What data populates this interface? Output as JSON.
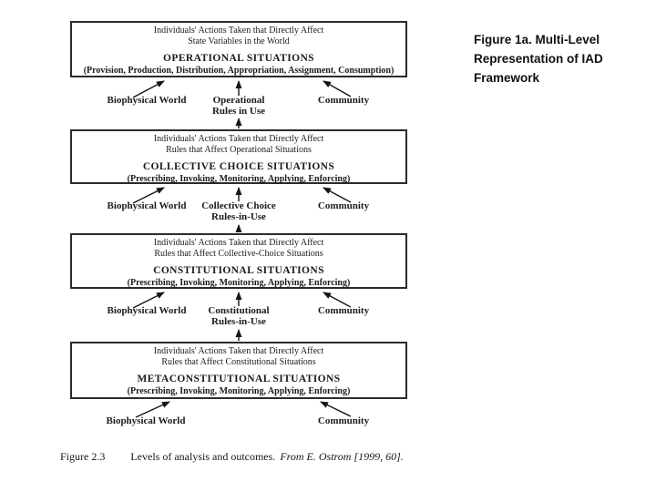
{
  "side_title": {
    "text": "Figure 1a. Multi-Level\nRepresentation of IAD\nFramework"
  },
  "caption": {
    "figure_label": "Figure 2.3",
    "description": "Levels of analysis and outcomes.",
    "source": "From E. Ostrom [1999, 60]."
  },
  "colors": {
    "background": "#ffffff",
    "ink": "#1b1b1b",
    "box_border": "#2b2b2b"
  },
  "diagram": {
    "levels": [
      {
        "action_line1": "Individuals' Actions Taken that Directly Affect",
        "action_line2": "State Variables in the World",
        "situation_title": "OPERATIONAL SITUATIONS",
        "situation_activities": "(Provision, Production, Distribution, Appropriation, Assignment, Consumption)",
        "left_label": "Biophysical World",
        "middle_label_line1": "Operational",
        "middle_label_line2": "Rules in Use",
        "right_label": "Community"
      },
      {
        "action_line1": "Individuals' Actions Taken that Directly Affect",
        "action_line2": "Rules that Affect Operational Situations",
        "situation_title": "COLLECTIVE CHOICE SITUATIONS",
        "situation_activities": "(Prescribing, Invoking, Monitoring, Applying, Enforcing)",
        "left_label": "Biophysical World",
        "middle_label_line1": "Collective Choice",
        "middle_label_line2": "Rules-in-Use",
        "right_label": "Community"
      },
      {
        "action_line1": "Individuals' Actions Taken that Directly Affect",
        "action_line2": "Rules that Affect Collective-Choice Situations",
        "situation_title": "CONSTITUTIONAL SITUATIONS",
        "situation_activities": "(Prescribing, Invoking, Monitoring, Applying, Enforcing)",
        "left_label": "Biophysical World",
        "middle_label_line1": "Constitutional",
        "middle_label_line2": "Rules-in-Use",
        "right_label": "Community"
      },
      {
        "action_line1": "Individuals' Actions Taken that Directly Affect",
        "action_line2": "Rules that Affect Constitutional Situations",
        "situation_title": "METACONSTITUTIONAL SITUATIONS",
        "situation_activities": "(Prescribing, Invoking, Monitoring, Applying, Enforcing)",
        "left_label": "Biophysical World",
        "right_label": "Community"
      }
    ]
  }
}
